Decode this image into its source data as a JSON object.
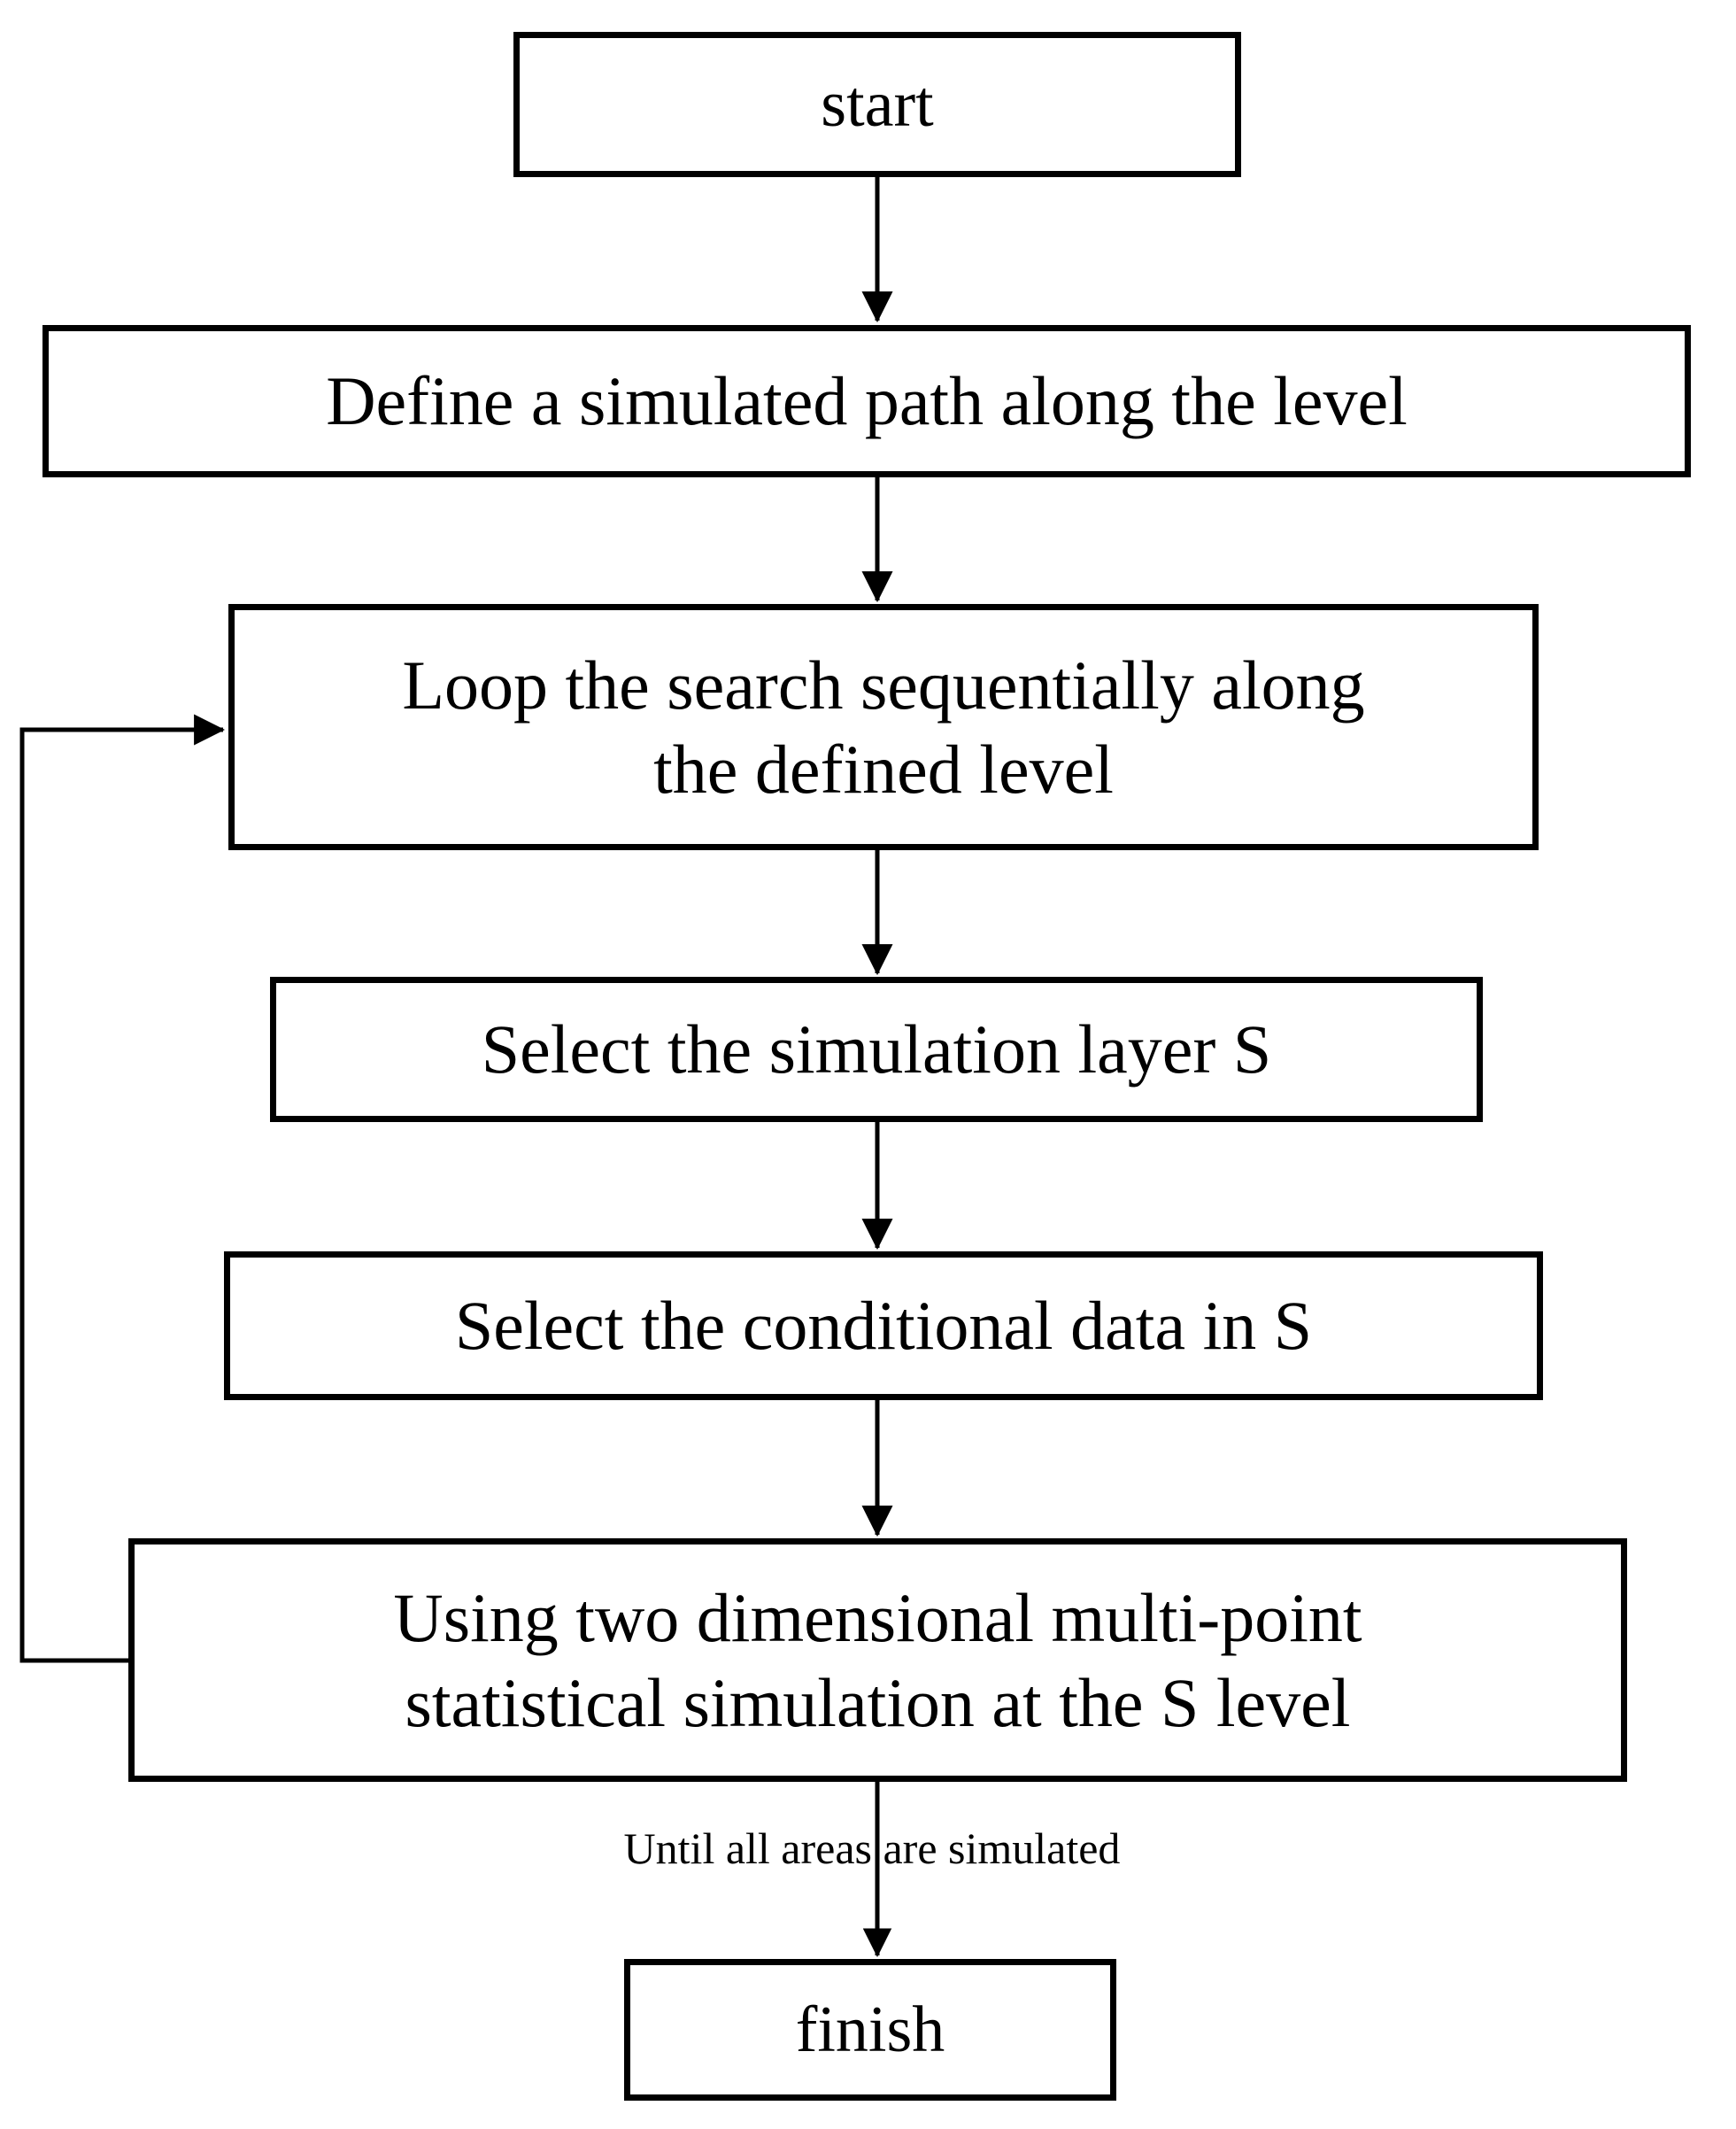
{
  "diagram": {
    "title": "Two dimensional multi-point statistical simulation flowchart",
    "type": "flowchart",
    "background": "#ffffff",
    "stroke_color": "#000000",
    "nodes": {
      "start": {
        "label": "start",
        "shape": "rectangle"
      },
      "define_path": {
        "label": "Define a simulated path along the level",
        "shape": "rectangle"
      },
      "loop_search": {
        "label": "Loop the search sequentially along\nthe defined level",
        "shape": "rectangle"
      },
      "select_layer": {
        "label": "Select the simulation layer S",
        "shape": "rectangle"
      },
      "select_conditional": {
        "label": "Select the conditional data in S",
        "shape": "rectangle"
      },
      "simulate": {
        "label": "Using two dimensional multi-point\nstatistical simulation at the S level",
        "shape": "rectangle"
      },
      "finish": {
        "label": "finish",
        "shape": "rectangle"
      }
    },
    "edge_labels": {
      "until_all_simulated": "Until all areas are simulated"
    },
    "edges": [
      {
        "from": "start",
        "to": "define_path",
        "label": ""
      },
      {
        "from": "define_path",
        "to": "loop_search",
        "label": ""
      },
      {
        "from": "loop_search",
        "to": "select_layer",
        "label": ""
      },
      {
        "from": "select_layer",
        "to": "select_conditional",
        "label": ""
      },
      {
        "from": "select_conditional",
        "to": "simulate",
        "label": ""
      },
      {
        "from": "simulate",
        "to": "finish",
        "label": "Until all areas are simulated"
      },
      {
        "from": "simulate",
        "to": "loop_search",
        "label": "",
        "routing": "feedback-left"
      }
    ]
  }
}
